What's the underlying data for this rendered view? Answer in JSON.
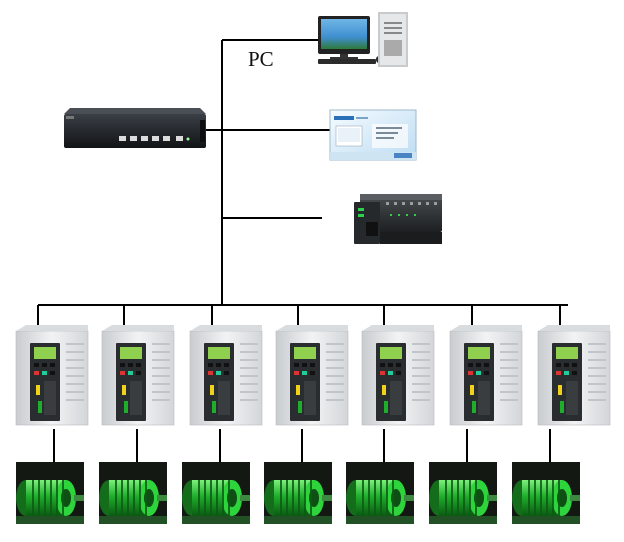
{
  "labels": {
    "pc": "PC"
  },
  "colors": {
    "line": "#000000",
    "switch_body": "#1c1f24",
    "hmi_screen": "#d9ecf8",
    "plc_body": "#2b2e31",
    "drive_body": "#e4e6e8",
    "drive_panel": "#2a2d30",
    "motor_green": "#1fae2c"
  },
  "icons": {
    "pc": "desktop-computer-icon",
    "switch": "network-switch-icon",
    "hmi": "hmi-panel-icon",
    "plc": "plc-controller-icon",
    "drive": "frequency-inverter-icon",
    "motor": "motor-icon"
  },
  "devices": {
    "drive_count": 7,
    "motor_count": 7
  }
}
